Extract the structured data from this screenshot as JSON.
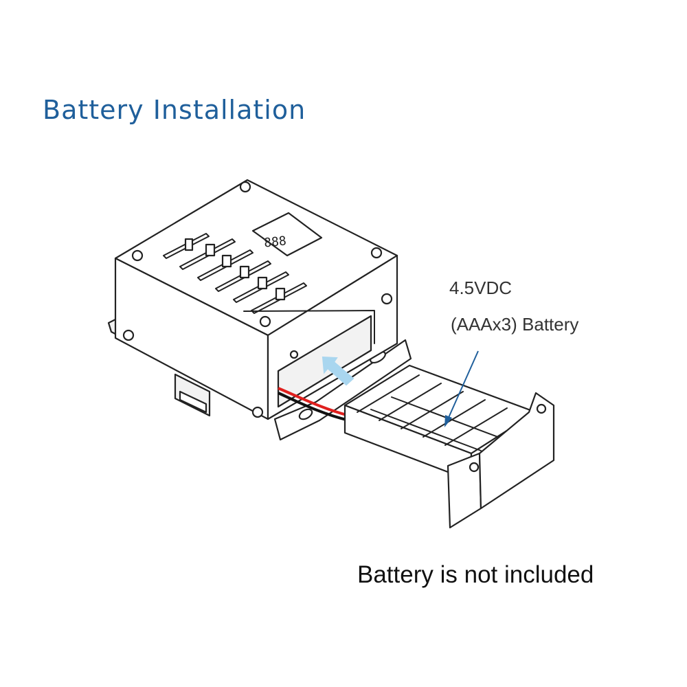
{
  "title": "Battery Installation",
  "labels": {
    "voltage": "4.5VDC",
    "battery": "(AAAx3) Battery"
  },
  "note": "Battery is not included",
  "colors": {
    "title": "#1f5f9b",
    "arrow_insert": "#a9d6ef",
    "arrow_pointer": "#1f5f9b",
    "wire_red": "#e0201e",
    "wire_black": "#111111"
  },
  "icons": {
    "insert_arrow": "arrow-up-left-icon",
    "pointer_arrow": "arrow-down-left-icon"
  }
}
